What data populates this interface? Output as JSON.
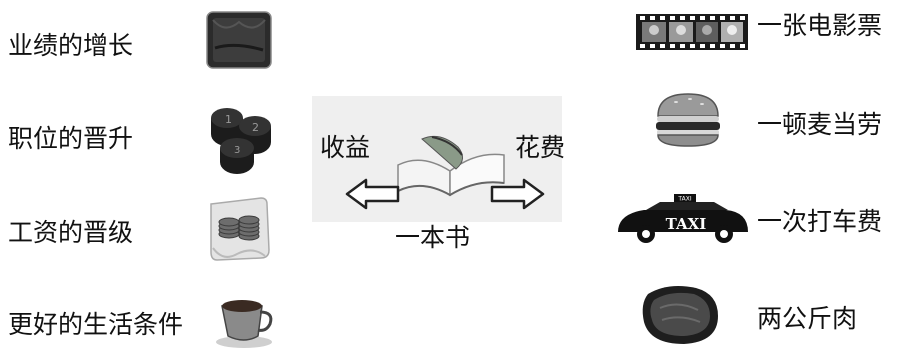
{
  "center": {
    "left_label": "收益",
    "right_label": "花费",
    "book_label": "一本书"
  },
  "gains": [
    {
      "label": "业绩的增长",
      "icon": "wallet-icon"
    },
    {
      "label": "职位的晋升",
      "icon": "game-pieces-icon"
    },
    {
      "label": "工资的晋级",
      "icon": "coins-scroll-icon"
    },
    {
      "label": "更好的生活条件",
      "icon": "coffee-cup-icon"
    }
  ],
  "costs": [
    {
      "label": "一张电影票",
      "icon": "film-strip-icon"
    },
    {
      "label": "一顿麦当劳",
      "icon": "hamburger-icon"
    },
    {
      "label": "一次打车费",
      "icon": "taxi-icon"
    },
    {
      "label": "两公斤肉",
      "icon": "steak-icon"
    }
  ],
  "taxi_sign": "TAXI"
}
